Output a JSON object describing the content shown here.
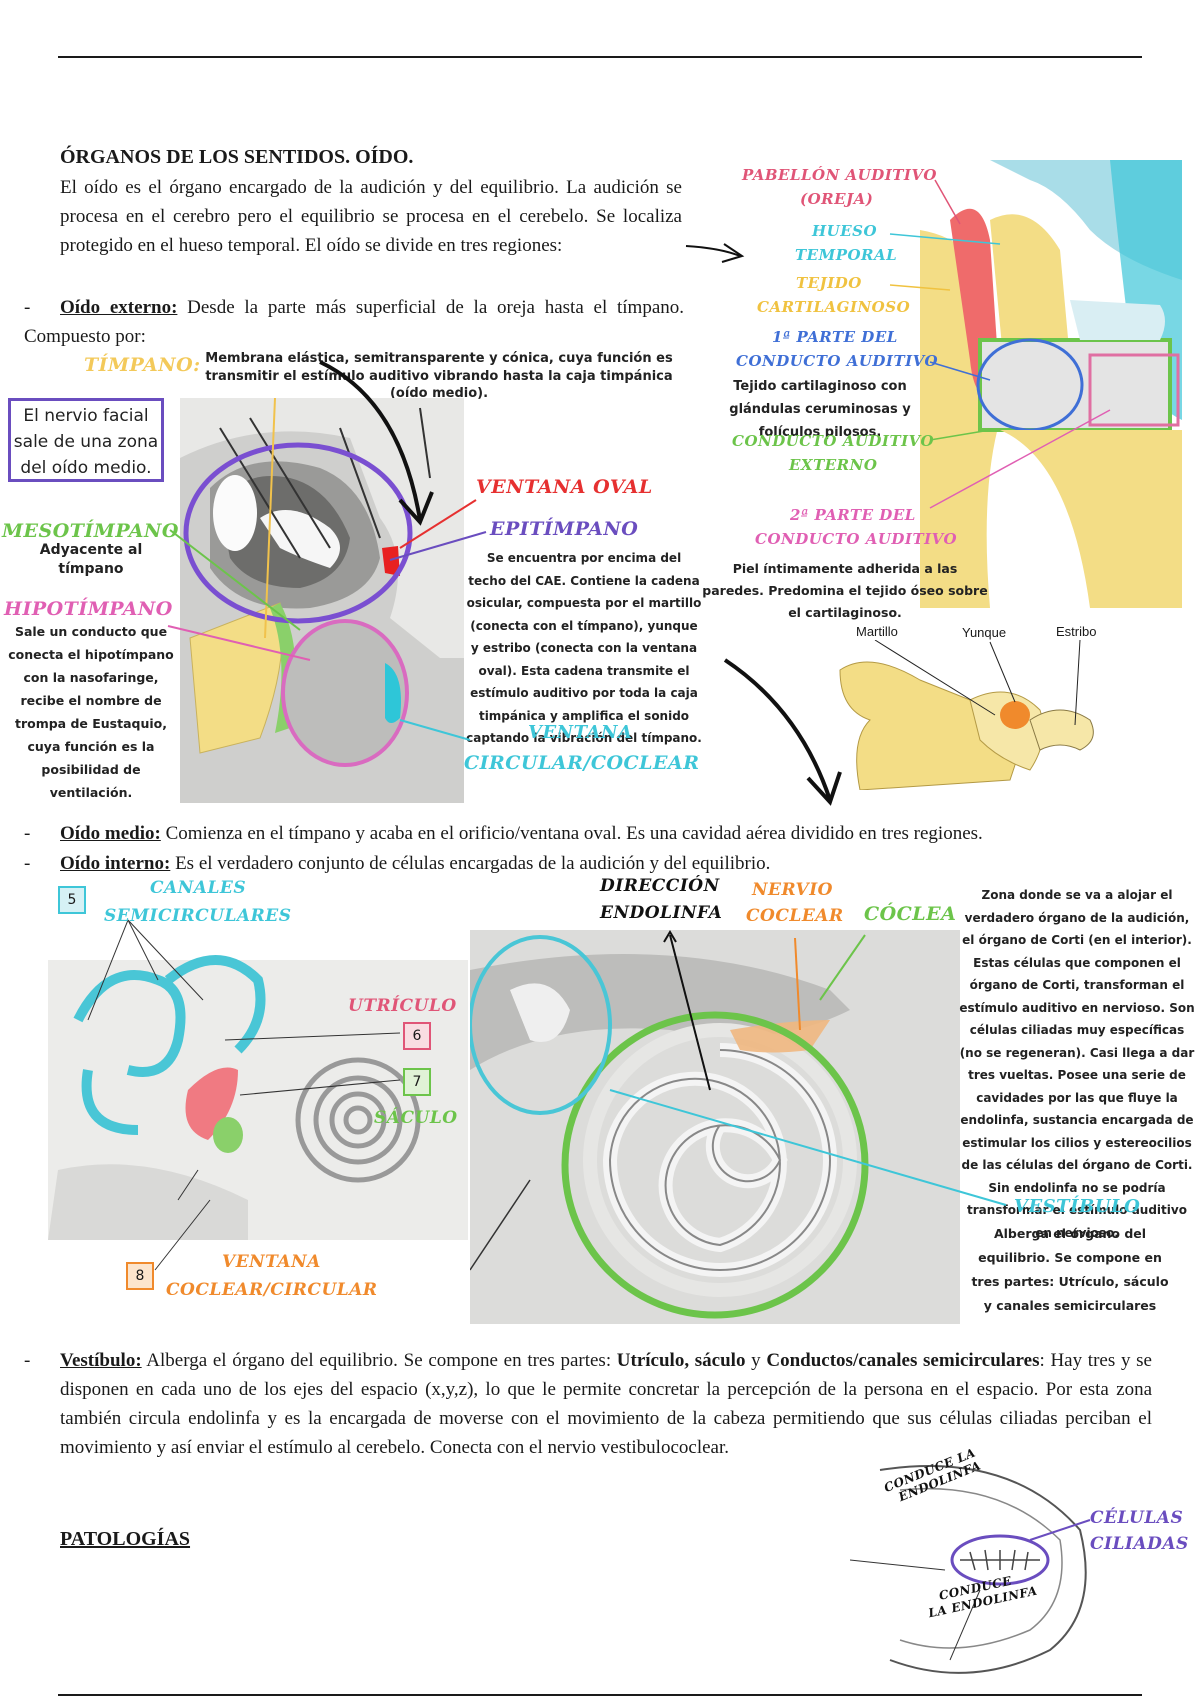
{
  "page": {
    "heading": "ÓRGANOS DE LOS SENTIDOS. OÍDO.",
    "intro": "El oído es el órgano encargado de la audición y del equilibrio. La audición se procesa en el cerebro pero el equilibrio se procesa en el cerebelo. Se localiza protegido en el hueso temporal. El oído se divide en tres regiones:",
    "externo_term": "Oído externo:",
    "externo_text": " Desde la parte más superficial de la oreja hasta el tímpano. Compuesto por:",
    "medio_term": "Oído medio:",
    "medio_text": " Comienza en el tímpano y acaba en el orificio/ventana oval. Es una cavidad aérea dividido en tres regiones.",
    "interno_term": "Oído interno:",
    "interno_text": " Es el verdadero conjunto de células encargadas de la audición y del equilibrio.",
    "vestibulo_term": "Vestíbulo:",
    "vestibulo_text1": " Alberga el órgano del equilibrio. Se compone en tres partes: ",
    "vestibulo_bold1": "Utrículo, sáculo",
    "vestibulo_and": " y ",
    "vestibulo_bold2": "Conductos/canales semicirculares",
    "vestibulo_text2": ": Hay tres y se disponen en cada uno de los ejes del espacio (x,y,z), lo que le permite concretar la percepción de la persona en el espacio. Por esta zona también circula endolinfa y es la encargada de moverse con el movimiento de la cabeza permitiendo que sus células ciliadas perciban el movimiento y así enviar el estímulo al cerebelo. Conecta con el nervio vestibulococlear.",
    "patologias": "PATOLOGÍAS"
  },
  "middle_ear": {
    "timpano_label": "TÍMPANO:",
    "timpano_desc": "Membrana elástica, semitransparente y cónica, cuya función es transmitir el estímulo auditivo vibrando hasta la caja timpánica (oído medio).",
    "facial_box": "El nervio facial sale de una zona del oído medio.",
    "mesotimpano": "MESOTÍMPANO",
    "mesotimpano_desc": "Adyacente al tímpano",
    "hipotimpano": "HIPOTÍMPANO",
    "hipotimpano_desc": "Sale un conducto que conecta el hipotímpano con la nasofaringe, recibe el nombre de trompa de Eustaquio, cuya función es la posibilidad de ventilación.",
    "ventana_oval": "VENTANA OVAL",
    "epitimpano": "EPITÍMPANO",
    "epitimpano_desc": "Se encuentra por encima del techo del CAE. Contiene la cadena osicular, compuesta por el martillo (conecta con el tímpano), yunque y estribo (conecta con la ventana oval). Esta cadena transmite el estímulo auditivo por toda la caja timpánica y amplifica el sonido captando la vibración del tímpano.",
    "ventana_circular_1": "VENTANA",
    "ventana_circular_2": "CIRCULAR/COCLEAR"
  },
  "outer_ear": {
    "pabellon": "PABELLÓN AUDITIVO",
    "oreja": "(OREJA)",
    "hueso": "HUESO",
    "temporal": "TEMPORAL",
    "tejido": "TEJIDO",
    "cartilaginoso": "CARTILAGINOSO",
    "parte1_a": "1ª PARTE DEL",
    "parte1_b": "CONDUCTO AUDITIVO",
    "parte1_desc": "Tejido cartilaginoso con glándulas ceruminosas y folículos pilosos.",
    "cae_a": "CONDUCTO AUDITIVO",
    "cae_b": "EXTERNO",
    "parte2_a": "2ª PARTE DEL",
    "parte2_b": "CONDUCTO AUDITIVO",
    "parte2_desc": "Piel íntimamente adherida a las paredes. Predomina el tejido óseo sobre el cartilaginoso."
  },
  "ossicles": {
    "martillo": "Martillo",
    "yunque": "Yunque",
    "estribo": "Estribo"
  },
  "inner_ear": {
    "canales_a": "CANALES",
    "canales_b": "SEMICIRCULARES",
    "n5": "5",
    "n6": "6",
    "n7": "7",
    "n8": "8",
    "utriculo": "UTRÍCULO",
    "saculo": "SÁCULO",
    "ventana_a": "VENTANA",
    "ventana_b": "COCLEAR/CIRCULAR",
    "direccion_a": "DIRECCIÓN",
    "direccion_b": "ENDOLINFA",
    "nervio_a": "NERVIO",
    "nervio_b": "COCLEAR",
    "coclea": "CÓCLEA",
    "coclea_desc": "Zona donde se va a alojar el verdadero órgano de la audición, el órgano de Corti (en el interior). Estas células que componen el órgano de Corti, transforman el estímulo auditivo en nervioso. Son células ciliadas muy específicas (no se regeneran). Casi llega a dar tres vueltas. Posee una serie de cavidades por las que fluye la endolinfa, sustancia encargada de estimular los cilios y estereocilios de las células del órgano de Corti. Sin endolinfa no se podría transformar el estímulo auditivo en nervioso.",
    "vestibulo": "VESTÍBULO",
    "vestibulo_desc": "Alberga el órgano del equilibrio. Se compone en tres partes: Utrículo, sáculo y canales semicirculares"
  },
  "ampulla": {
    "conduce1_a": "CONDUCE LA",
    "conduce1_b": "ENDOLINFA",
    "celulas_a": "CÉLULAS",
    "celulas_b": "CILIADAS",
    "conduce2_a": "CONDUCE",
    "conduce2_b": "LA ENDOLINFA"
  },
  "colors": {
    "pink": "#e05577",
    "blue": "#3f6fd6",
    "cyan": "#3ec6d8",
    "orange": "#f08a2c",
    "green": "#6cc44a",
    "purple": "#6a4dbf",
    "red": "#e63030",
    "yellow": "#f3dd86"
  }
}
